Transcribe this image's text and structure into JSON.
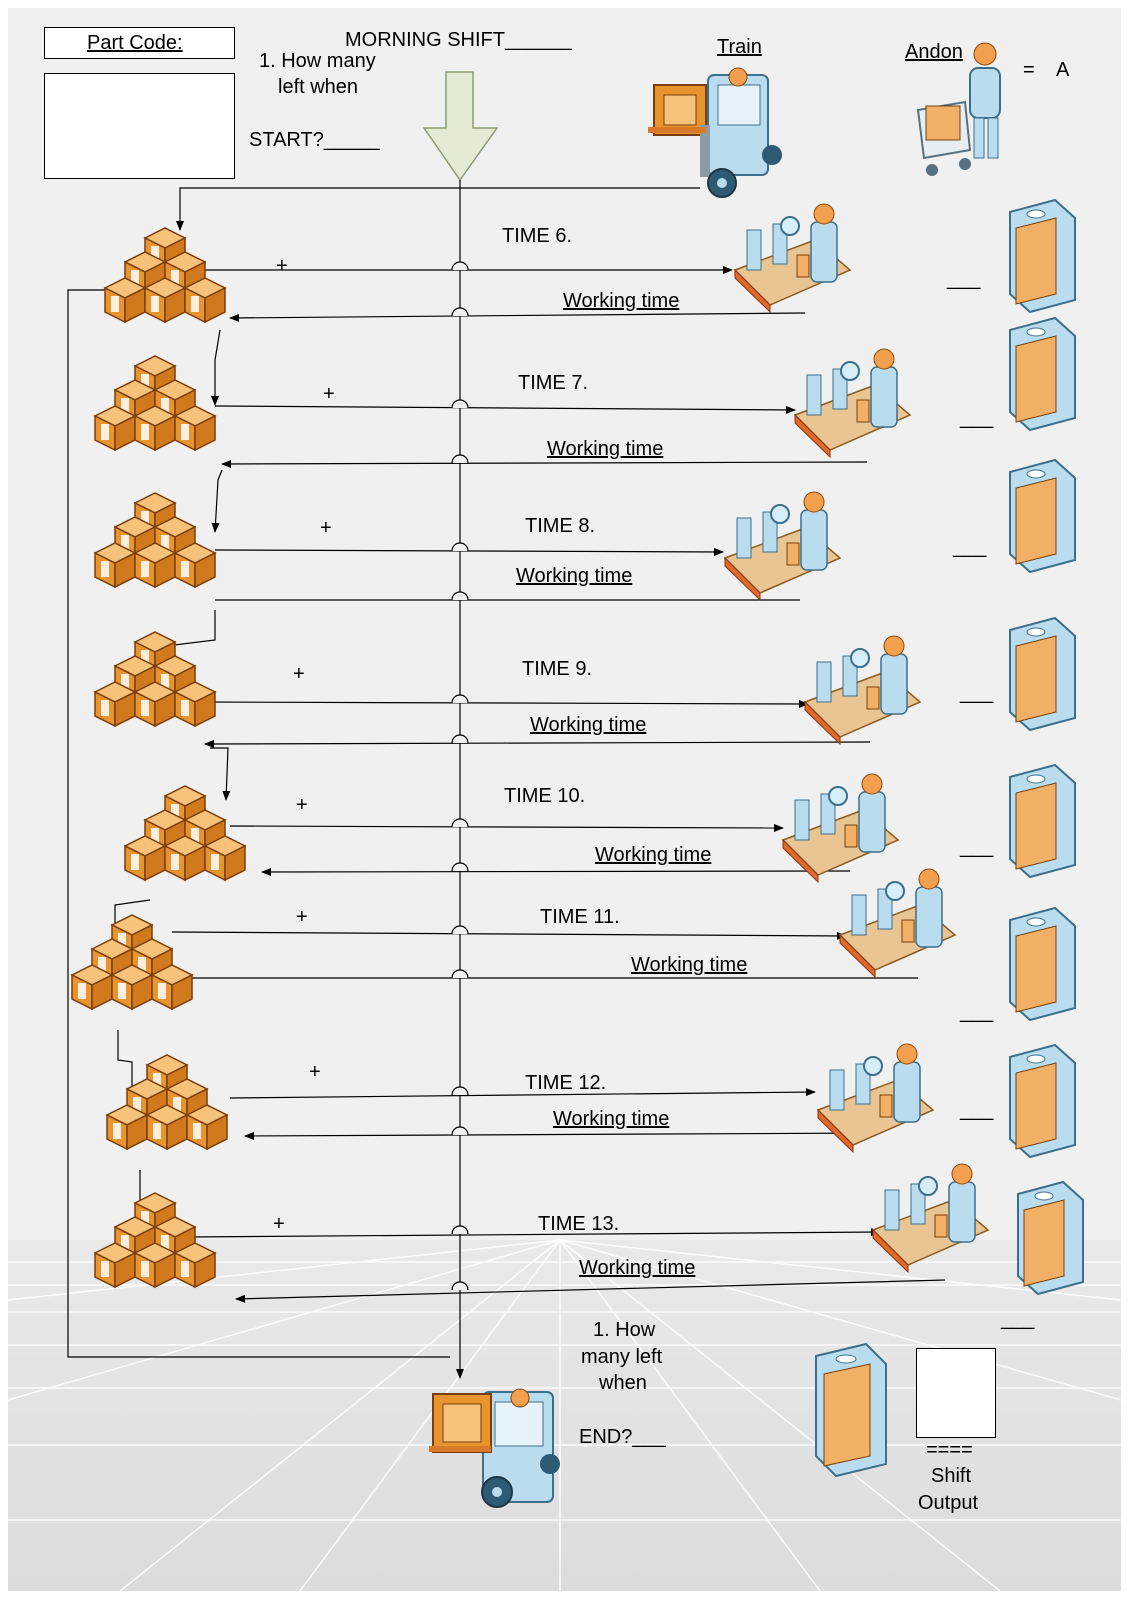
{
  "header": {
    "part_code_label": "Part Code:",
    "shift_title": "MORNING SHIFT______",
    "start_q_line1": "1. How many",
    "start_q_line2": "left when",
    "start_q_line3": "START?_____",
    "train_label": "Train",
    "andon_label": "Andon",
    "andon_equals": "=",
    "andon_value": "A"
  },
  "rows": [
    {
      "time": "TIME 6.",
      "plus": "+",
      "working": "Working time",
      "blank": "___"
    },
    {
      "time": "TIME 7.",
      "plus": "+",
      "working": "Working time",
      "blank": "___"
    },
    {
      "time": "TIME 8.",
      "plus": "+",
      "working": "Working time",
      "blank": "___"
    },
    {
      "time": "TIME 9.",
      "plus": "+",
      "working": "Working time",
      "blank": "___"
    },
    {
      "time": "TIME 10.",
      "plus": "+",
      "working": "Working time",
      "blank": "___"
    },
    {
      "time": "TIME 11.",
      "plus": "+",
      "working": "Working time",
      "blank": "___"
    },
    {
      "time": "TIME 12.",
      "plus": "+",
      "working": "Working time",
      "blank": "___"
    },
    {
      "time": "TIME 13.",
      "plus": "+",
      "working": "Working time",
      "blank": "___"
    }
  ],
  "footer": {
    "end_q_line1": "1. How",
    "end_q_line2": "many left",
    "end_q_line3": "when",
    "end_q_line4": "END?___",
    "output_marks": "====",
    "output_line1": "Shift",
    "output_line2": "Output"
  },
  "colors": {
    "background": "#f0f0f0",
    "box_orange": "#e8952f",
    "machine_blue": "#b9dcee",
    "arrow_fill": "#e4ead3"
  }
}
